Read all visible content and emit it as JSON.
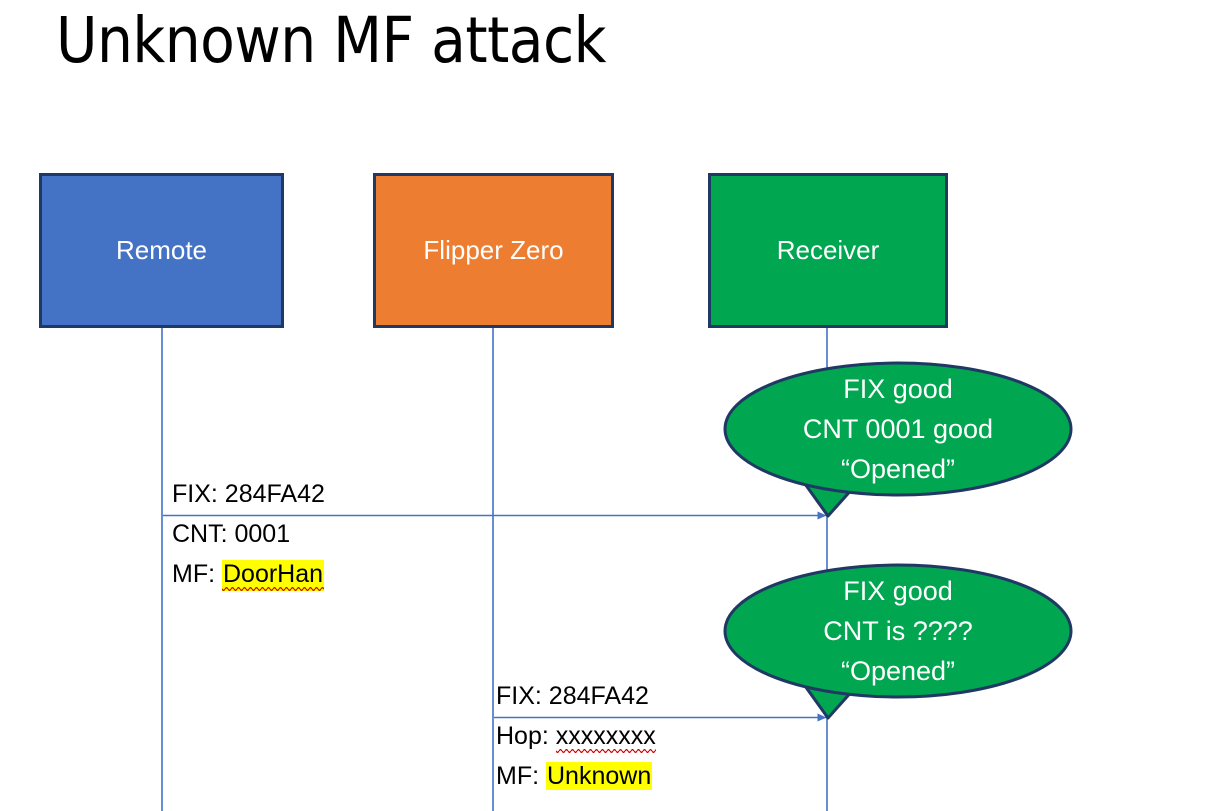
{
  "slide": {
    "title": "Unknown MF attack",
    "background": "#FFFFFF"
  },
  "colors": {
    "remote_fill": "#4472C4",
    "flipper_fill": "#ED7D31",
    "receiver_fill": "#00A650",
    "callout_fill": "#00A650",
    "shape_outline": "#1F3864",
    "lifeline": "#4472C4",
    "arrow": "#4472C4",
    "highlight": "#FFFF00",
    "spellcheck_underline": "#E00000",
    "text_dark": "#000000",
    "text_light": "#FFFFFF"
  },
  "actors": [
    {
      "id": "remote",
      "label": "Remote",
      "fill": "#4472C4"
    },
    {
      "id": "flipper",
      "label": "Flipper Zero",
      "fill": "#ED7D31"
    },
    {
      "id": "receiver",
      "label": "Receiver",
      "fill": "#00A650"
    }
  ],
  "messages": [
    {
      "id": "msg-1",
      "from": "remote",
      "to": "receiver",
      "lines": [
        {
          "prefix": "FIX: ",
          "value": "284FA42",
          "highlight": false,
          "spellcheck": false
        },
        {
          "prefix": "CNT: ",
          "value": "0001",
          "highlight": false,
          "spellcheck": false
        },
        {
          "prefix": "MF: ",
          "value": "DoorHan",
          "highlight": true,
          "spellcheck": true
        }
      ]
    },
    {
      "id": "msg-2",
      "from": "flipper",
      "to": "receiver",
      "lines": [
        {
          "prefix": "FIX: ",
          "value": "284FA42",
          "highlight": false,
          "spellcheck": false
        },
        {
          "prefix": "Hop: ",
          "value": "xxxxxxxx",
          "highlight": false,
          "spellcheck": true
        },
        {
          "prefix": "MF: ",
          "value": "Unknown",
          "highlight": true,
          "spellcheck": false
        }
      ]
    }
  ],
  "callouts": [
    {
      "id": "callout-1",
      "anchor": "msg-1",
      "lines": [
        "FIX good",
        "CNT 0001 good",
        "“Opened”"
      ]
    },
    {
      "id": "callout-2",
      "anchor": "msg-2",
      "lines": [
        "FIX good",
        "CNT is ????",
        "“Opened”"
      ]
    }
  ]
}
